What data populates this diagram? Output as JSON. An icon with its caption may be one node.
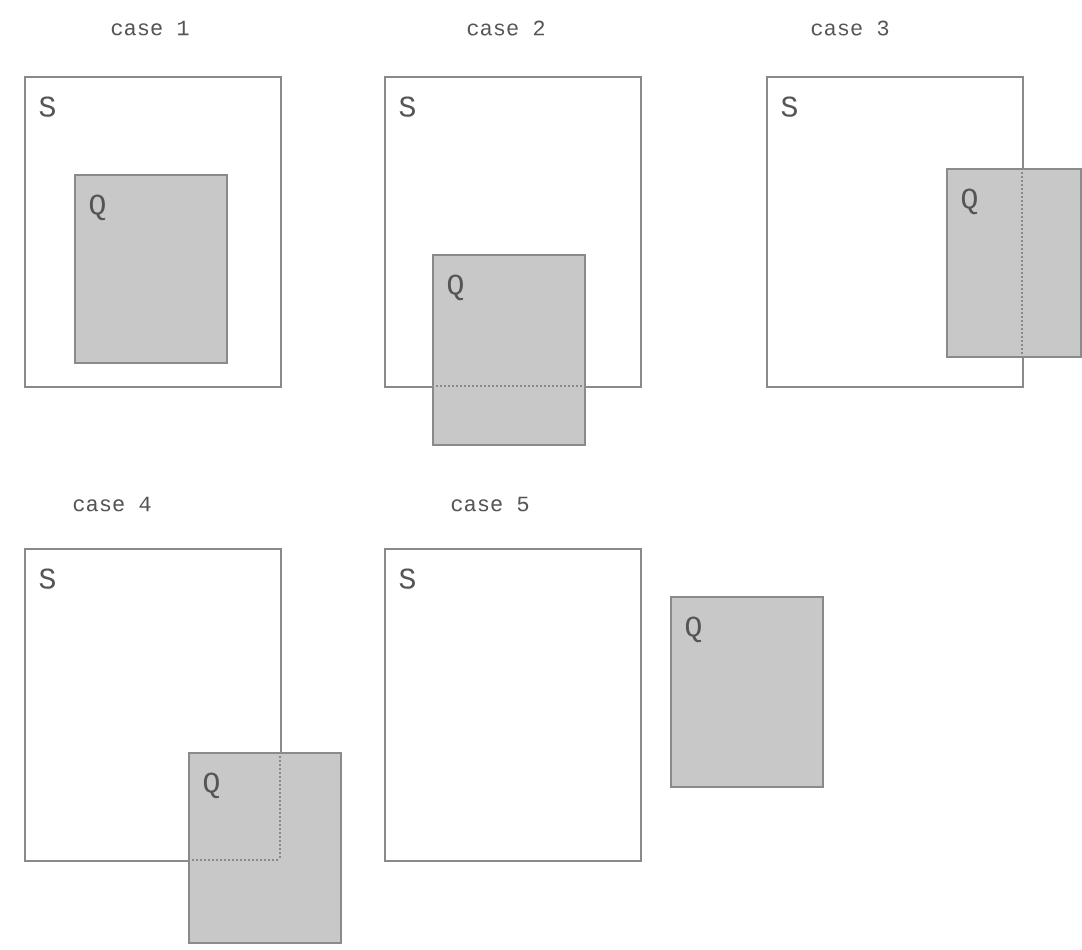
{
  "diagram": {
    "nodes": [
      {
        "text": [
          "S"
        ]
      },
      {
        "text": [
          "Q"
        ],
        "in": 0
      },
      {
        "text": [
          "S"
        ]
      },
      {
        "text": [
          "Q"
        ]
      },
      {
        "text": [
          "S"
        ]
      },
      {
        "text": [
          "Q"
        ]
      },
      {
        "text": [
          "S"
        ]
      },
      {
        "text": [
          "Q"
        ]
      },
      {
        "text": [
          "S"
        ]
      },
      {
        "text": [
          "Q"
        ]
      }
    ],
    "labels": [
      "case 1",
      "case 2",
      "case 3",
      "case 4",
      "case 5"
    ]
  }
}
